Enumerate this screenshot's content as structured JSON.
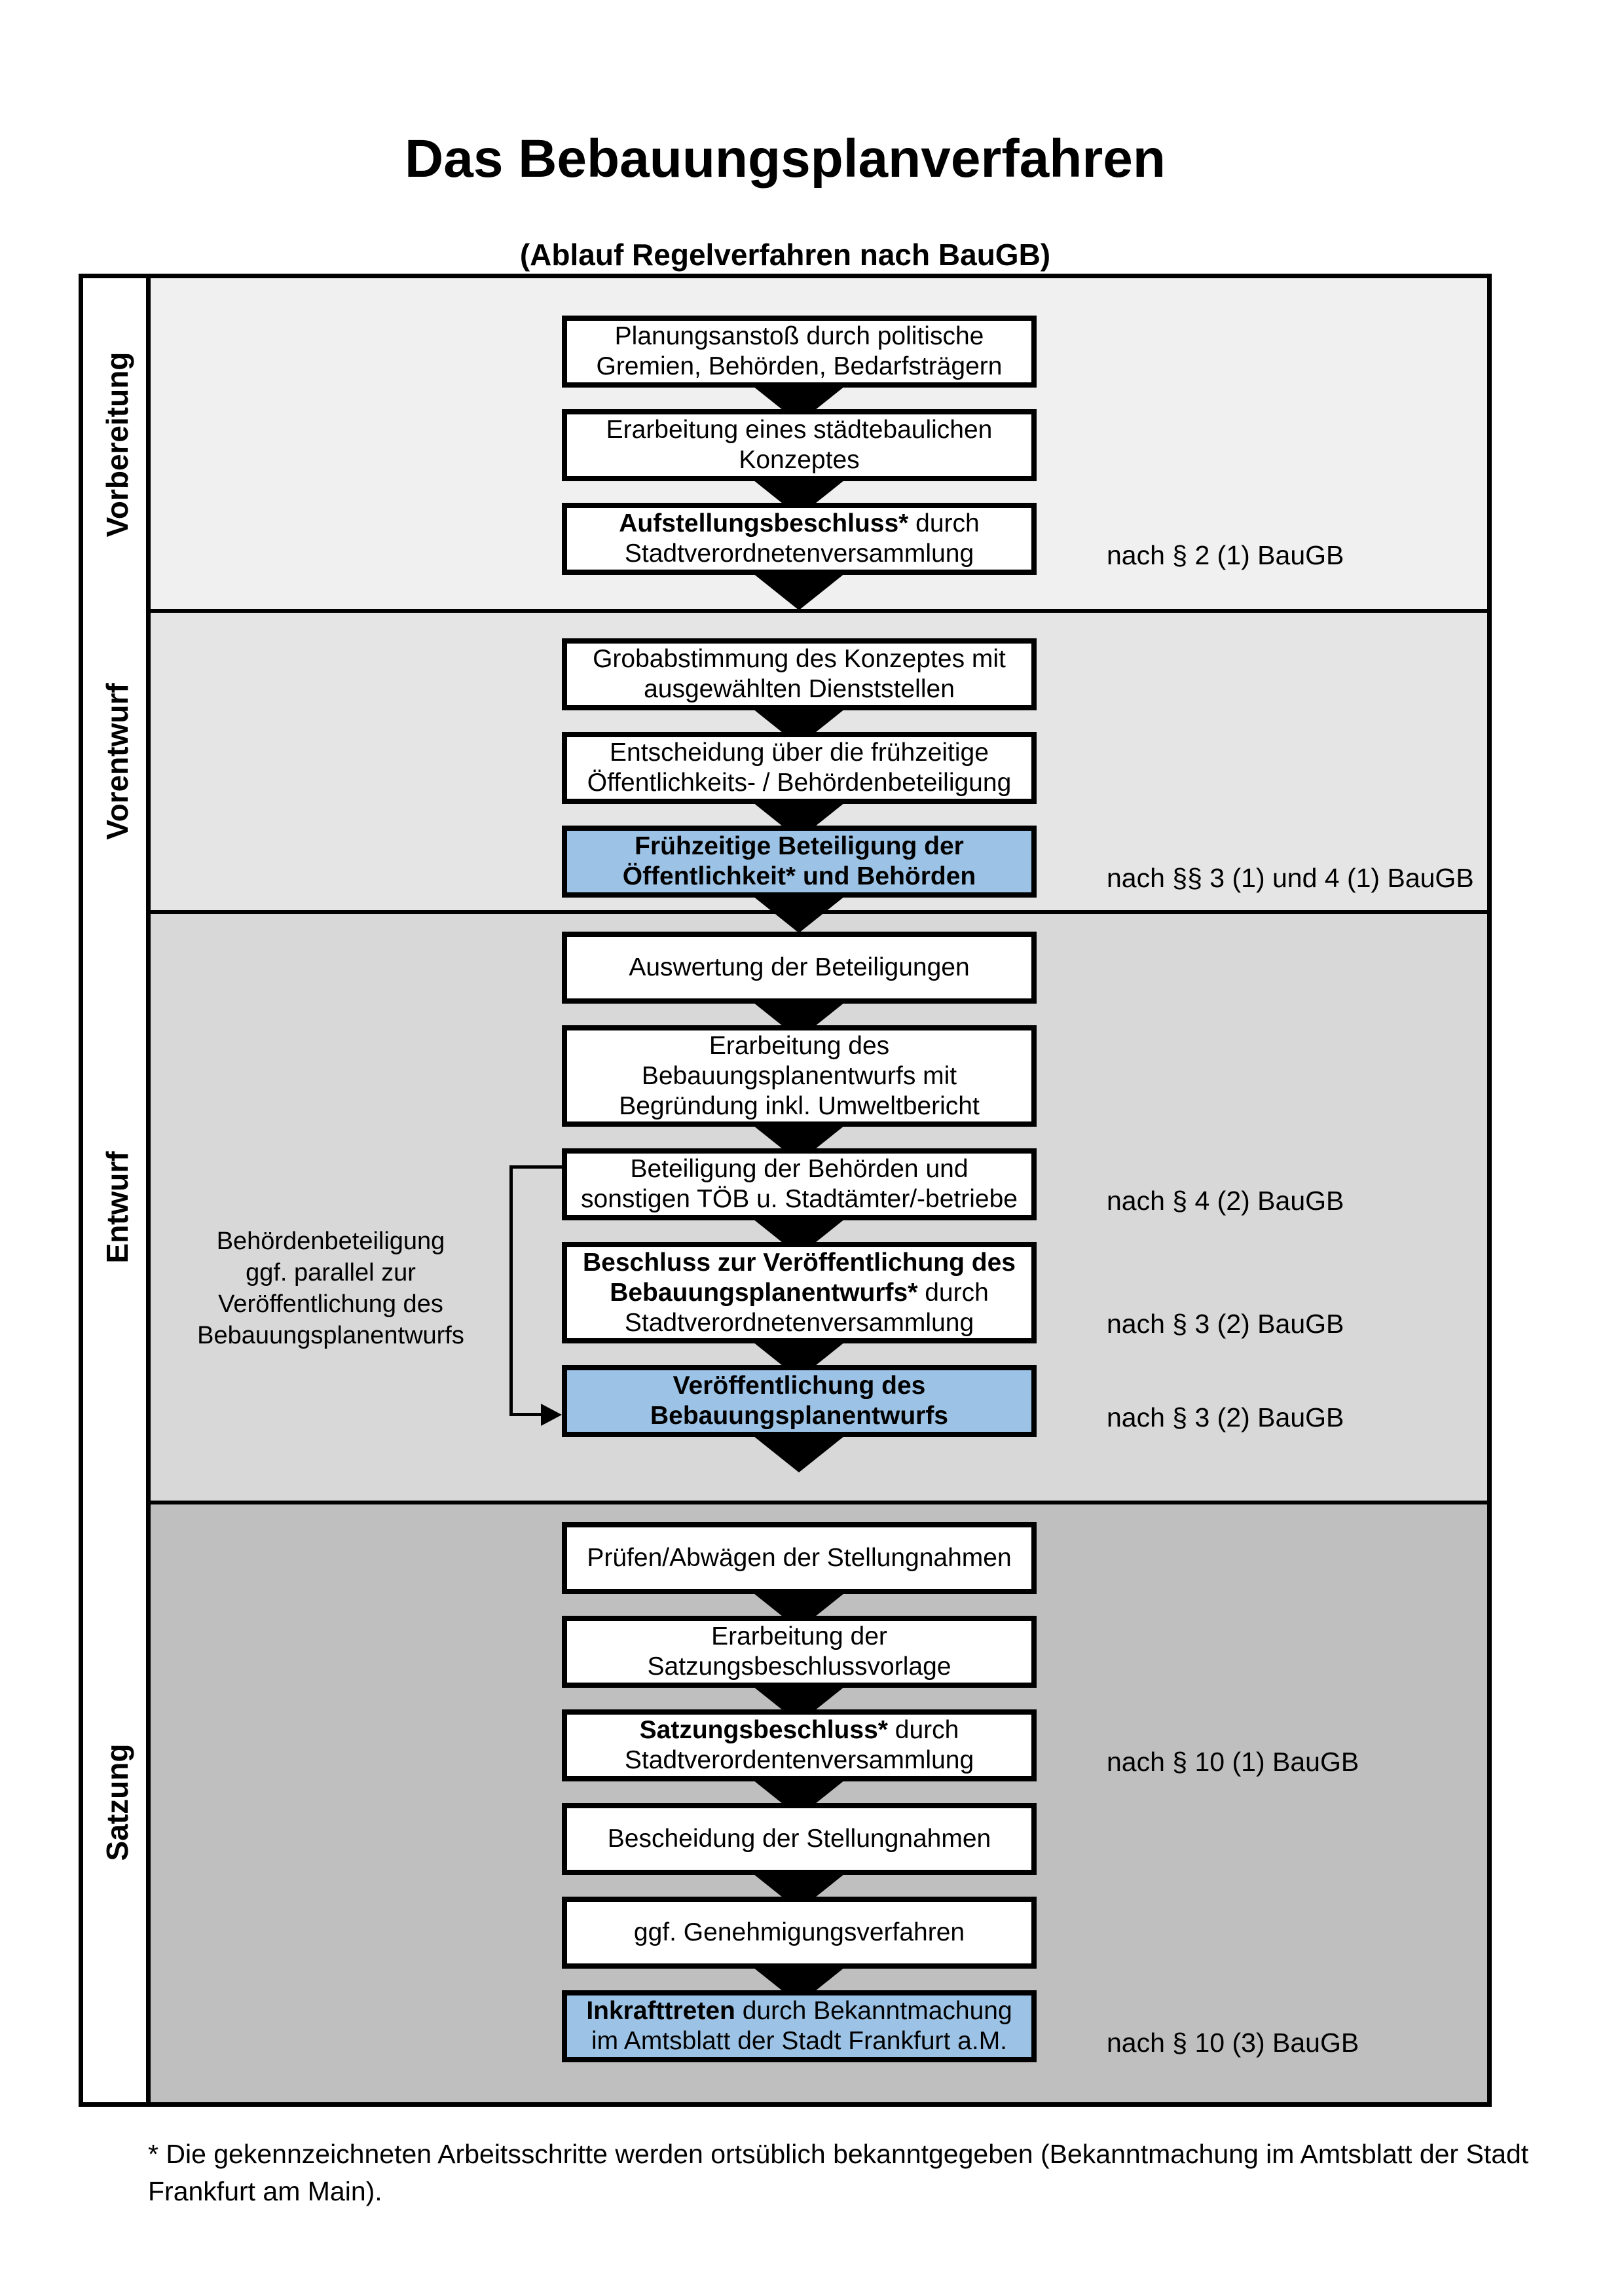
{
  "title": "Das Bebauungsplanverfahren",
  "subtitle": "(Ablauf Regelverfahren nach BauGB)",
  "colors": {
    "highlight_blue": "#9cc3e6",
    "phase_backgrounds": [
      "#f0f0f0",
      "#e5e5e5",
      "#d8d8d8",
      "#bfbfbf"
    ],
    "border_black": "#000000"
  },
  "phases": [
    {
      "label": "Vorbereitung"
    },
    {
      "label": "Vorentwurf"
    },
    {
      "label": "Entwurf"
    },
    {
      "label": "Satzung"
    }
  ],
  "flow": {
    "boxes": [
      {
        "phase": 0,
        "highlight": false,
        "lines": [
          [
            {
              "text": "Planungsanstoß durch politische",
              "bold": false
            }
          ],
          [
            {
              "text": "Gremien, Behörden, Bedarfsträgern",
              "bold": false
            }
          ]
        ],
        "law": null
      },
      {
        "phase": 0,
        "highlight": false,
        "lines": [
          [
            {
              "text": "Erarbeitung eines städtebaulichen",
              "bold": false
            }
          ],
          [
            {
              "text": "Konzeptes",
              "bold": false
            }
          ]
        ],
        "law": null
      },
      {
        "phase": 0,
        "highlight": false,
        "lines": [
          [
            {
              "text": "Aufstellungsbeschluss*",
              "bold": true
            },
            {
              "text": " durch",
              "bold": false
            }
          ],
          [
            {
              "text": "Stadtverordnetenversammlung",
              "bold": false
            }
          ]
        ],
        "law": "nach § 2 (1) BauGB"
      },
      {
        "phase": 1,
        "highlight": false,
        "lines": [
          [
            {
              "text": "Grobabstimmung des Konzeptes mit",
              "bold": false
            }
          ],
          [
            {
              "text": "ausgewählten Dienststellen",
              "bold": false
            }
          ]
        ],
        "law": null
      },
      {
        "phase": 1,
        "highlight": false,
        "lines": [
          [
            {
              "text": "Entscheidung über die frühzeitige",
              "bold": false
            }
          ],
          [
            {
              "text": "Öffentlichkeits- / Behördenbeteiligung",
              "bold": false
            }
          ]
        ],
        "law": null
      },
      {
        "phase": 1,
        "highlight": true,
        "lines": [
          [
            {
              "text": "Frühzeitige Beteiligung der",
              "bold": true
            }
          ],
          [
            {
              "text": "Öffentlichkeit* und Behörden",
              "bold": true
            }
          ]
        ],
        "law": "nach §§ 3 (1) und 4 (1) BauGB"
      },
      {
        "phase": 2,
        "highlight": false,
        "lines": [
          [
            {
              "text": "Auswertung der Beteiligungen",
              "bold": false
            }
          ]
        ],
        "law": null
      },
      {
        "phase": 2,
        "highlight": false,
        "lines": [
          [
            {
              "text": "Erarbeitung des",
              "bold": false
            }
          ],
          [
            {
              "text": "Bebauungsplanentwurfs mit",
              "bold": false
            }
          ],
          [
            {
              "text": "Begründung inkl. Umweltbericht",
              "bold": false
            }
          ]
        ],
        "law": null
      },
      {
        "phase": 2,
        "highlight": false,
        "lines": [
          [
            {
              "text": "Beteiligung der Behörden und",
              "bold": false
            }
          ],
          [
            {
              "text": "sonstigen TÖB u. Stadtämter/-betriebe",
              "bold": false
            }
          ]
        ],
        "law": "nach § 4 (2) BauGB"
      },
      {
        "phase": 2,
        "highlight": false,
        "lines": [
          [
            {
              "text": "Beschluss zur Veröffentlichung des",
              "bold": true
            }
          ],
          [
            {
              "text": "Bebauungsplanentwurfs*",
              "bold": true
            },
            {
              "text": " durch",
              "bold": false
            }
          ],
          [
            {
              "text": "Stadtverordnetenversammlung",
              "bold": false
            }
          ]
        ],
        "law": "nach § 3 (2) BauGB"
      },
      {
        "phase": 2,
        "highlight": true,
        "lines": [
          [
            {
              "text": "Veröffentlichung des",
              "bold": true
            }
          ],
          [
            {
              "text": "Bebauungsplanentwurfs",
              "bold": true
            }
          ]
        ],
        "law": "nach § 3 (2) BauGB"
      },
      {
        "phase": 3,
        "highlight": false,
        "lines": [
          [
            {
              "text": "Prüfen/Abwägen der Stellungnahmen",
              "bold": false
            }
          ]
        ],
        "law": null
      },
      {
        "phase": 3,
        "highlight": false,
        "lines": [
          [
            {
              "text": "Erarbeitung der",
              "bold": false
            }
          ],
          [
            {
              "text": "Satzungsbeschlussvorlage",
              "bold": false
            }
          ]
        ],
        "law": null
      },
      {
        "phase": 3,
        "highlight": false,
        "lines": [
          [
            {
              "text": "Satzungsbeschluss*",
              "bold": true
            },
            {
              "text": " durch",
              "bold": false
            }
          ],
          [
            {
              "text": "Stadtverordentenversammlung",
              "bold": false
            }
          ]
        ],
        "law": "nach § 10 (1) BauGB"
      },
      {
        "phase": 3,
        "highlight": false,
        "lines": [
          [
            {
              "text": "Bescheidung der Stellungnahmen",
              "bold": false
            }
          ]
        ],
        "law": null
      },
      {
        "phase": 3,
        "highlight": false,
        "lines": [
          [
            {
              "text": "ggf. Genehmigungsverfahren",
              "bold": false
            }
          ]
        ],
        "law": null
      },
      {
        "phase": 3,
        "highlight": true,
        "lines": [
          [
            {
              "text": "Inkrafttreten",
              "bold": true
            },
            {
              "text": " durch Bekanntmachung",
              "bold": false
            }
          ],
          [
            {
              "text": "im Amtsblatt der Stadt Frankfurt a.M.",
              "bold": false
            }
          ]
        ],
        "law": "nach § 10 (3) BauGB"
      }
    ]
  },
  "side_note": {
    "lines": [
      "Behördenbeteiligung",
      "ggf. parallel zur",
      "Veröffentlichung des",
      "Bebauungsplanentwurfs"
    ]
  },
  "footnote": {
    "line1": "* Die gekennzeichneten Arbeitsschritte werden ortsüblich bekanntgegeben (Bekanntmachung im Amtsblatt  der Stadt",
    "line2": "Frankfurt am Main)."
  }
}
